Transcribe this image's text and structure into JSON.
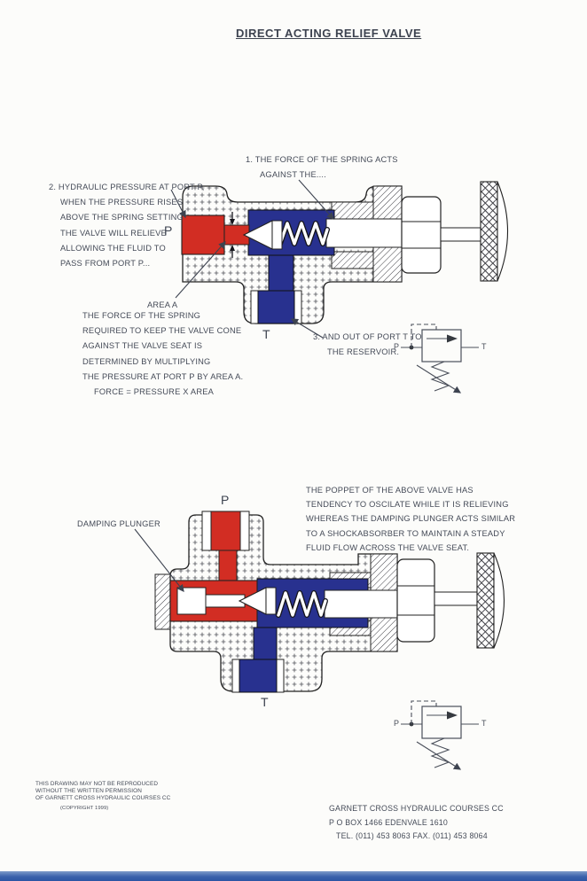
{
  "page": {
    "title": "DIRECT ACTING RELIEF VALVE"
  },
  "valve1": {
    "label_p": "P",
    "label_t": "T",
    "note_spring": [
      "1.  THE FORCE OF THE SPRING ACTS",
      "AGAINST THE...."
    ],
    "note_pressure": [
      "2.  HYDRAULIC PRESSURE AT PORT P,",
      "WHEN THE PRESSURE RISES",
      "ABOVE THE SPRING SETTING",
      "THE VALVE WILL RELIEVE",
      "ALLOWING THE FLUID TO",
      "PASS FROM PORT P..."
    ],
    "note_area_label": "AREA A",
    "note_area": [
      "THE FORCE OF THE SPRING",
      "REQUIRED TO KEEP THE VALVE CONE",
      "AGAINST THE VALVE SEAT IS",
      "DETERMINED BY MULTIPLYING",
      "THE PRESSURE AT PORT P BY AREA A.",
      "FORCE = PRESSURE X AREA"
    ],
    "note_tank": [
      "3.  AND OUT OF PORT T TO",
      "THE RESERVOIR."
    ]
  },
  "valve2": {
    "label_p": "P",
    "label_t": "T",
    "label_damping": "DAMPING PLUNGER",
    "note_poppet": [
      "THE POPPET OF THE ABOVE VALVE HAS",
      "TENDENCY TO OSCILATE WHILE IT IS RELIEVING",
      "WHEREAS THE DAMPING PLUNGER ACTS SIMILAR",
      "TO A SHOCKABSORBER TO MAINTAIN A STEADY",
      "FLUID FLOW ACROSS THE VALVE SEAT."
    ]
  },
  "symbol": {
    "p": "P",
    "t": "T"
  },
  "footer": {
    "copyright": [
      "THIS DRAWING MAY NOT BE REPRODUCED",
      "WITHOUT THE WRITTEN PERMISSION",
      "OF GARNETT CROSS HYDRAULIC COURSES CC",
      "(COPYRIGHT 1999)"
    ],
    "company": [
      "GARNETT CROSS HYDRAULIC COURSES CC",
      "P O BOX 1466  EDENVALE   1610",
      "TEL. (011) 453 8063   FAX. (011) 453 8064"
    ]
  },
  "colors": {
    "port_red": "#d22d23",
    "chamber_blue": "#28318f",
    "ink": "#454b58"
  }
}
